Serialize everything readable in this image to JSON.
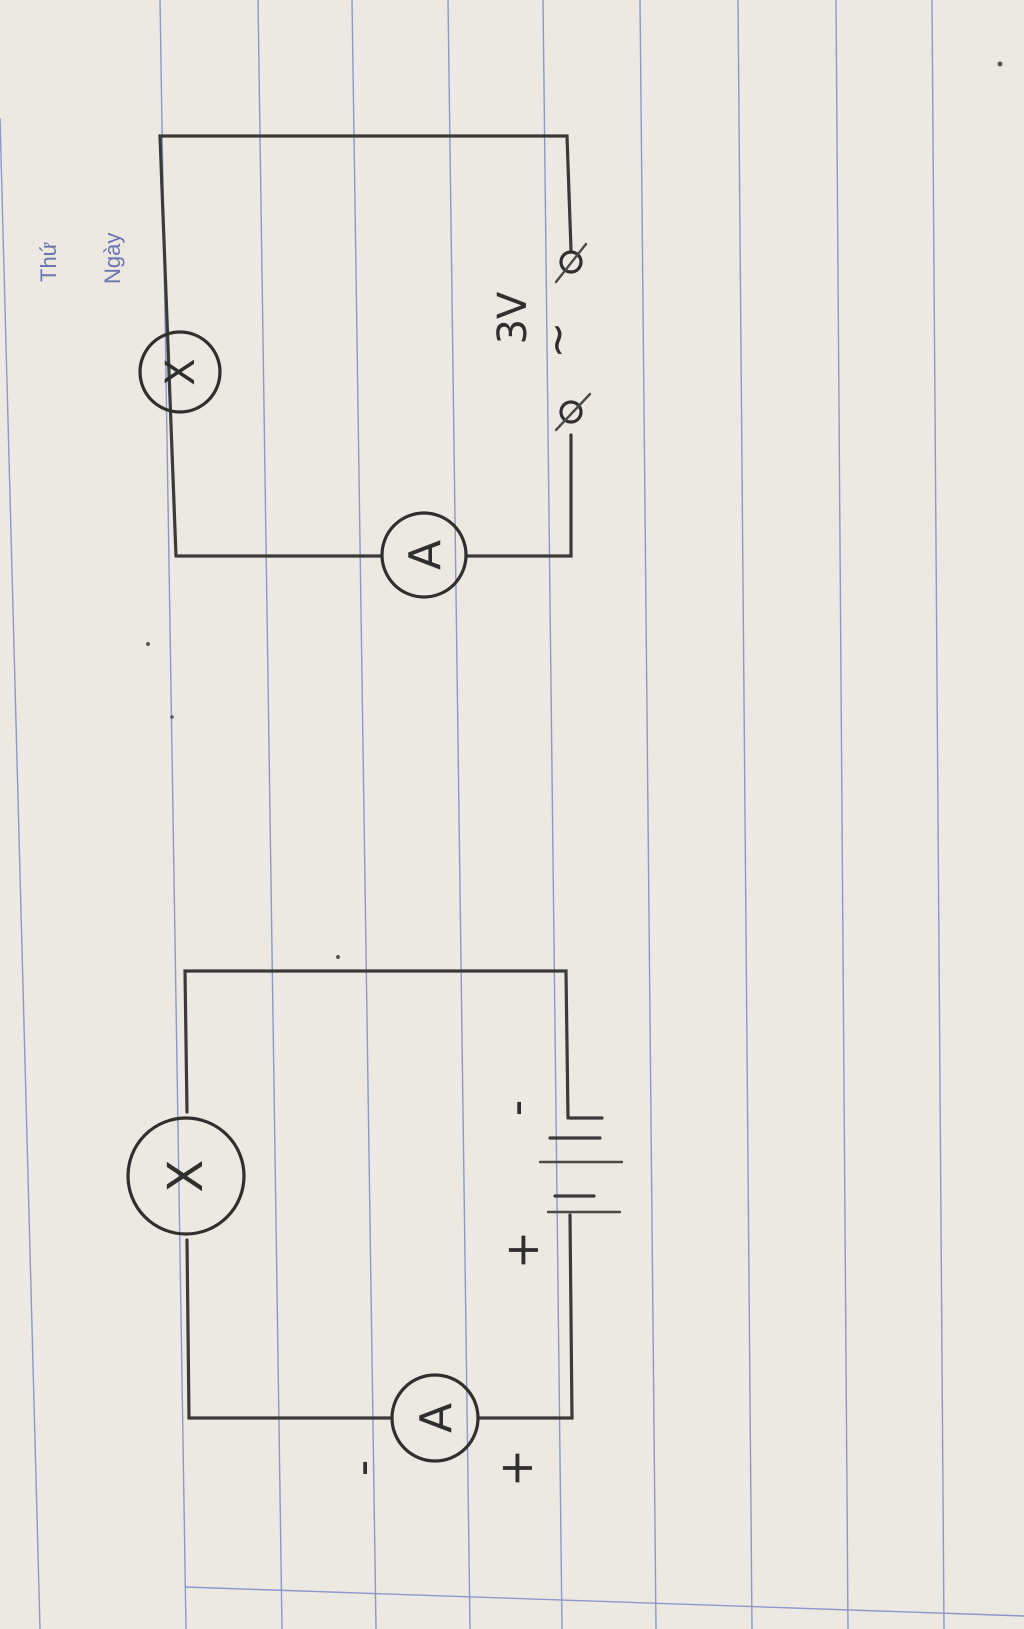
{
  "paper": {
    "header_day_label": "Thứ",
    "header_date_label": "Ngày",
    "colors": {
      "paper": "#ece9e3",
      "rule": "#8d96c9",
      "pencil": "#2f2f2d"
    }
  },
  "circuit_1": {
    "lamp_symbol": "X",
    "ammeter_symbol": "A",
    "ammeter_minus": "-",
    "ammeter_plus": "+",
    "battery_plus": "+",
    "battery_minus": "-"
  },
  "circuit_2": {
    "lamp_symbol": "X",
    "ammeter_symbol": "A",
    "source_voltage": "3V",
    "source_ac_symbol": "~"
  }
}
